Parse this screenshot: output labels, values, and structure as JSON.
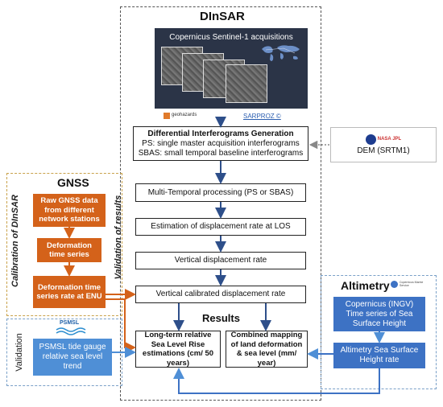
{
  "dinsar": {
    "title": "DInSAR",
    "banner_title": "Copernicus Sentinel-1 acquisitions",
    "logo_geohazards": "geohazards",
    "logo_sarproz": "SARPROZ ©",
    "diff_title": "Differential Interferograms Generation",
    "diff_ps": "PS: single master acquisition interferograms",
    "diff_sbas": "SBAS: small temporal baseline interferograms",
    "multi_temporal": "Multi-Temporal processing (PS or SBAS)",
    "estimation": "Estimation of displacement rate at LOS",
    "vertical": "Vertical displacement rate",
    "vertical_calibrated": "Vertical calibrated displacement rate",
    "results_title": "Results",
    "result_left": "Long-term relative Sea Level Rise estimations (cm/ 50 years)",
    "result_right": "Combined mapping of land deformation & sea level (mm/ year)"
  },
  "dem": {
    "label": "DEM (SRTM1)",
    "logo": "NASA JPL"
  },
  "gnss": {
    "title": "GNSS",
    "calibration_label": "Calibration of DInSAR",
    "validation_results_label": "Validation of results",
    "box1": "Raw GNSS data from different network stations",
    "box2": "Deformation time series",
    "box3": "Deformation time series rate at ENU"
  },
  "validation": {
    "label": "Validation",
    "logo": "PSMSL",
    "box": "PSMSL tide gauge relative sea level trend"
  },
  "altimetry": {
    "title": "Altimetry",
    "logo": "Copernicus Marine Service",
    "box1": "Copernicus (INGV) Time series of Sea Surface Height",
    "box2": "Altimetry Sea Surface Height rate"
  },
  "colors": {
    "orange": "#d4621a",
    "blue": "#3d72c4",
    "dark_blue_arrow": "#2e4f8a",
    "banner_bg": "#2b3447"
  }
}
